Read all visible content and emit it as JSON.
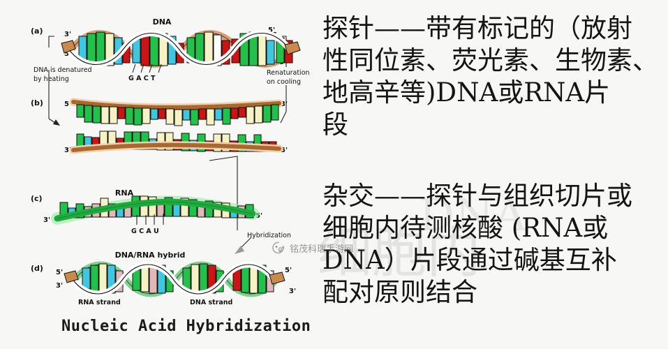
{
  "background_color": "#f7f7f5",
  "diagram": {
    "title": "Nucleic Acid Hybridization",
    "panels": [
      {
        "key": "a",
        "label": "(a)",
        "molecule": "DNA",
        "primes": [
          "3'",
          "5'",
          "5'",
          "3'"
        ],
        "bases": "G A C T"
      },
      {
        "key": "b",
        "label": "(b)",
        "molecule": "",
        "primes": [
          "5'",
          "3'",
          "3'",
          "5'"
        ],
        "bases": ""
      },
      {
        "key": "c",
        "label": "(c)",
        "molecule": "RNA",
        "primes": [
          "3'",
          "5'"
        ],
        "bases": "G C A U"
      },
      {
        "key": "d",
        "label": "(d)",
        "molecule": "DNA/RNA hybrid",
        "primes": [
          "5'",
          "3'",
          "5'",
          "3'"
        ],
        "bases": ""
      }
    ],
    "annotations": {
      "denature_line1": "DNA is denatured",
      "denature_line2": "by heating",
      "renature_line1": "Renaturation",
      "renature_line2": "on cooling",
      "hybridization": "Hybridization",
      "rna_strand": "RNA strand",
      "dna_strand": "DNA strand"
    },
    "base_colors": {
      "green": "#22c24a",
      "dark_green": "#12a03a",
      "cream": "#f6f2c4",
      "cyan": "#3fc6e0",
      "red": "#cc1414",
      "pink": "#e0b8b8",
      "backbone_tan": "#d9a173",
      "backbone_brown": "#a8682f",
      "rna_green": "#1faa3e",
      "outline": "#111111"
    }
  },
  "text": {
    "probe": {
      "lines": [
        "探针——带有标记的（放射",
        "性同位素、荧光素、生物素、",
        "地高辛等)DNA或RNA片",
        "段"
      ],
      "full": "探针——带有标记的（放射性同位素、荧光素、生物素、地高辛等)DNA或RNA片段"
    },
    "hybridization": {
      "lines": [
        "杂交——探针与组织切片或",
        "细胞内待测核酸 (RNA或",
        "DNA）片段通过碱基互补",
        "配对原则结合"
      ],
      "full": "杂交——探针与组织切片或细胞内待测核酸 (RNA或DNA）片段通过碱基互补配对原则结合"
    }
  },
  "watermark": {
    "text": "铭茂科瑞手游网",
    "ghost_text_1": "细胞内",
    "ghost_text_2": "DNA"
  }
}
